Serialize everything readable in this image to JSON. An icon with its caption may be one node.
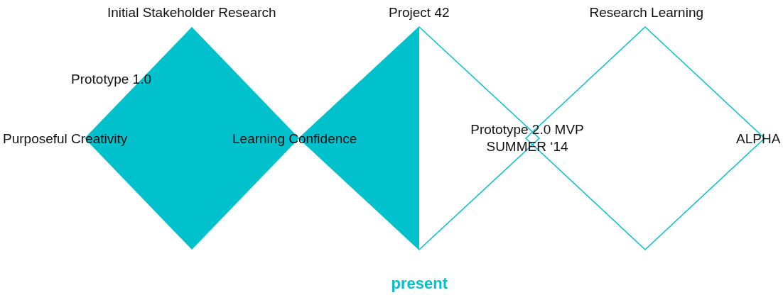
{
  "diagram": {
    "labels": [
      "Initial Stakeholder Research",
      "Project 42",
      "Research Learning",
      "Prototype 1.0",
      "Purposeful Creativity",
      "Learning Confidence",
      "Prototype 2.0 MVP SUMMER ‘14",
      "ALPHA",
      "present"
    ]
  }
}
